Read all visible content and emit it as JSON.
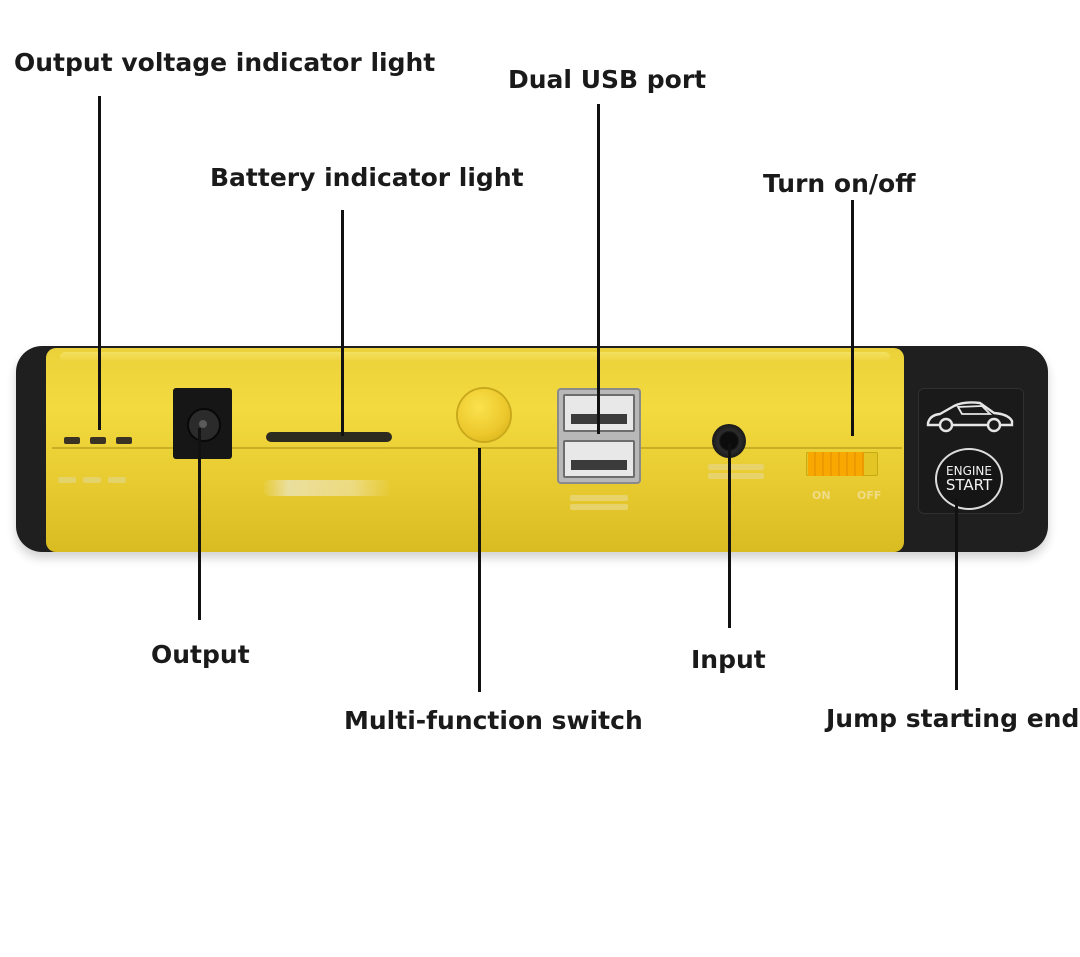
{
  "callouts": {
    "output_voltage_indicator": "Output voltage indicator light",
    "dual_usb": "Dual USB port",
    "battery_indicator": "Battery indicator light",
    "turn_on_off": "Turn on/off",
    "output": "Output",
    "input": "Input",
    "multi_function_switch": "Multi-function switch",
    "jump_starting_end": "Jump starting end"
  },
  "device": {
    "switch_on": "ON",
    "switch_off": "OFF",
    "engine_button_line1": "ENGINE",
    "engine_button_line2": "START"
  },
  "colors": {
    "body_yellow": "#ecd23a",
    "casing_black": "#1f1f1f",
    "switch_orange": "#f8a800"
  },
  "icons": [
    "car-icon",
    "usb-port-icon",
    "dc-port-icon",
    "power-switch-icon",
    "engine-start-button-icon"
  ]
}
